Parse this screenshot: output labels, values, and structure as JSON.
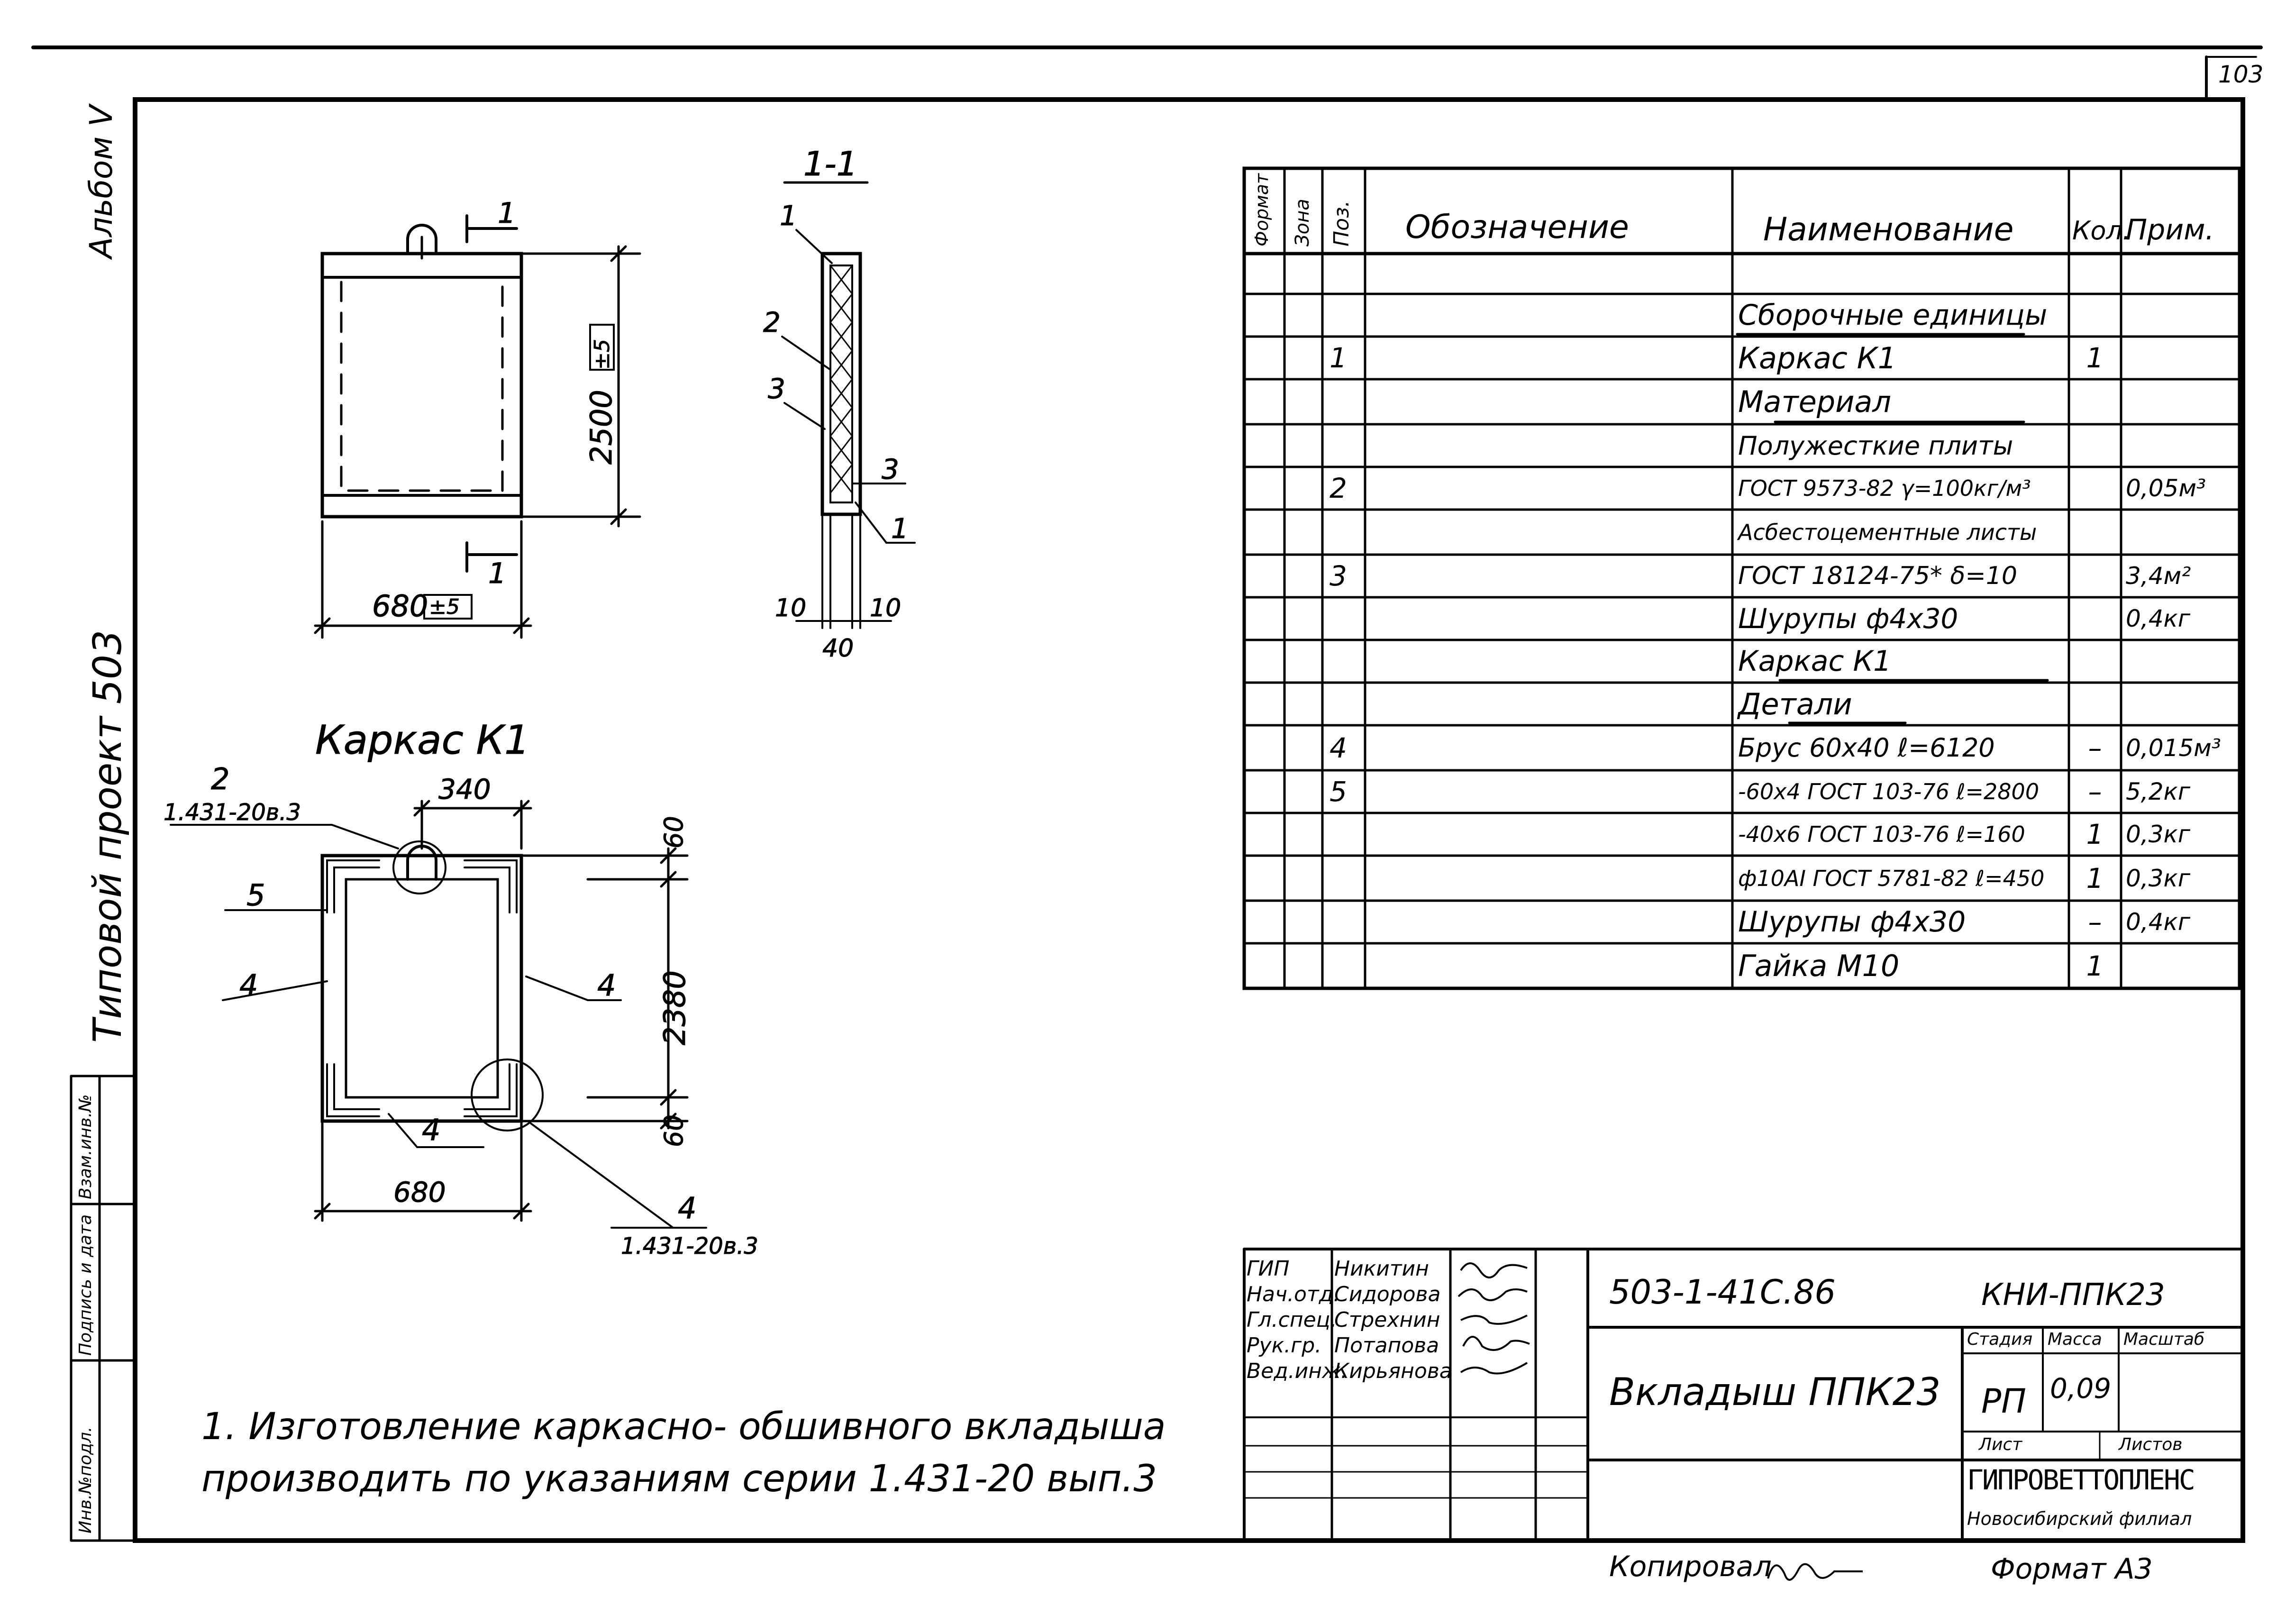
{
  "sheet": {
    "page_number": "103",
    "album": "Альбом V",
    "project": "Типовой проект 503",
    "stamp_left": [
      "Инв.№подл.",
      "Подпись и дата",
      "Взам.инв.№"
    ]
  },
  "drawing": {
    "section_label": "1-1",
    "cut_mark_top": "1",
    "cut_mark_bottom": "1",
    "dim_height": "2500",
    "dim_height_tol": "±5",
    "dim_width": "680",
    "dim_width_tol": "±5",
    "sec_callouts": [
      "1",
      "2",
      "3",
      "3",
      "1"
    ],
    "sec_dims": [
      "10",
      "40",
      "10"
    ],
    "frame_title": "Каркас К1",
    "frame_callouts": {
      "c2_num": "2",
      "c2_ref": "1.431-20в.3",
      "c5": "5",
      "c4_left": "4",
      "c4_right": "4",
      "c4_bottom": "4",
      "c4_ref_num": "4",
      "c4_ref": "1.431-20в.3"
    },
    "frame_dims": {
      "top": "340",
      "h_top": "60",
      "h_mid": "2380",
      "h_bot": "60",
      "width": "680"
    }
  },
  "spec_table": {
    "headers": [
      "Формат",
      "Зона",
      "Поз.",
      "Обозначение",
      "Наименование",
      "Кол.",
      "Прим."
    ],
    "rows": [
      {
        "pos": "",
        "name": "",
        "qty": "",
        "note": ""
      },
      {
        "pos": "",
        "name": "Сборочные единицы",
        "qty": "",
        "note": ""
      },
      {
        "pos": "1",
        "name": "Каркас К1",
        "qty": "1",
        "note": ""
      },
      {
        "pos": "",
        "name": "Материал",
        "qty": "",
        "note": ""
      },
      {
        "pos": "",
        "name": "Полужесткие плиты",
        "qty": "",
        "note": ""
      },
      {
        "pos": "2",
        "name": "ГОСТ 9573-82 γ=100кг/м³",
        "qty": "",
        "note": "0,05м³"
      },
      {
        "pos": "",
        "name": "Асбестоцементные листы",
        "qty": "",
        "note": ""
      },
      {
        "pos": "3",
        "name": "ГОСТ 18124-75* δ=10",
        "qty": "",
        "note": "3,4м²"
      },
      {
        "pos": "",
        "name": "Шурупы ф4х30",
        "qty": "",
        "note": "0,4кг"
      },
      {
        "pos": "",
        "name": "Каркас К1",
        "qty": "",
        "note": ""
      },
      {
        "pos": "",
        "name": "Детали",
        "qty": "",
        "note": ""
      },
      {
        "pos": "4",
        "name": "Брус 60х40 ℓ=6120",
        "qty": "–",
        "note": "0,015м³"
      },
      {
        "pos": "5",
        "name": "-60х4 ГОСТ 103-76 ℓ=2800",
        "qty": "–",
        "note": "5,2кг"
      },
      {
        "pos": "",
        "name": "-40х6 ГОСТ 103-76 ℓ=160",
        "qty": "1",
        "note": "0,3кг"
      },
      {
        "pos": "",
        "name": "ф10АI ГОСТ 5781-82 ℓ=450",
        "qty": "1",
        "note": "0,3кг"
      },
      {
        "pos": "",
        "name": "Шурупы ф4х30",
        "qty": "–",
        "note": "0,4кг"
      },
      {
        "pos": "",
        "name": "Гайка М10",
        "qty": "1",
        "note": ""
      }
    ]
  },
  "note": {
    "line1": "1. Изготовление каркасно- обшивного вкладыша",
    "line2": "производить по указаниям серии 1.431-20 вып.3"
  },
  "title_block": {
    "roles": [
      "ГИП",
      "Нач.отд.",
      "Гл.спец.",
      "Рук.гр.",
      "Вед.инж."
    ],
    "names": [
      "Никитин",
      "Сидорова",
      "Стрехнин",
      "Потапова",
      "Кирьянова"
    ],
    "code": "503-1-41С.86",
    "sheet_code": "КНИ-ППК23",
    "title": "Вкладыш ППК23",
    "stage_label": "Стадия",
    "mass_label": "Масса",
    "scale_label": "Масштаб",
    "stage": "РП",
    "mass": "0,09",
    "sheet_label": "Лист",
    "sheets_label": "Листов",
    "org": "ГИПРОВЕТТОПЛЕНС",
    "org_branch": "Новосибирский филиал"
  },
  "footer": {
    "copied": "Копировал",
    "format": "Формат А3"
  }
}
